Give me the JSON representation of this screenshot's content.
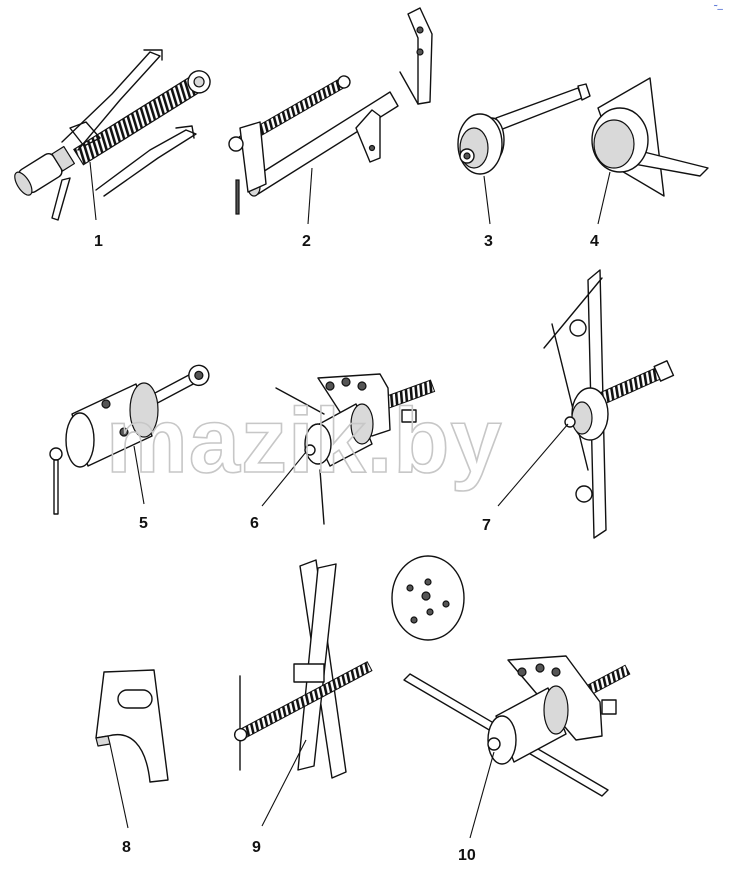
{
  "corner_mark": "˜–",
  "watermark": "mazik.by",
  "tools": [
    {
      "label": "1"
    },
    {
      "label": "2"
    },
    {
      "label": "3"
    },
    {
      "label": "4"
    },
    {
      "label": "5"
    },
    {
      "label": "6"
    },
    {
      "label": "7"
    },
    {
      "label": "8"
    },
    {
      "label": "9"
    },
    {
      "label": "10"
    }
  ]
}
